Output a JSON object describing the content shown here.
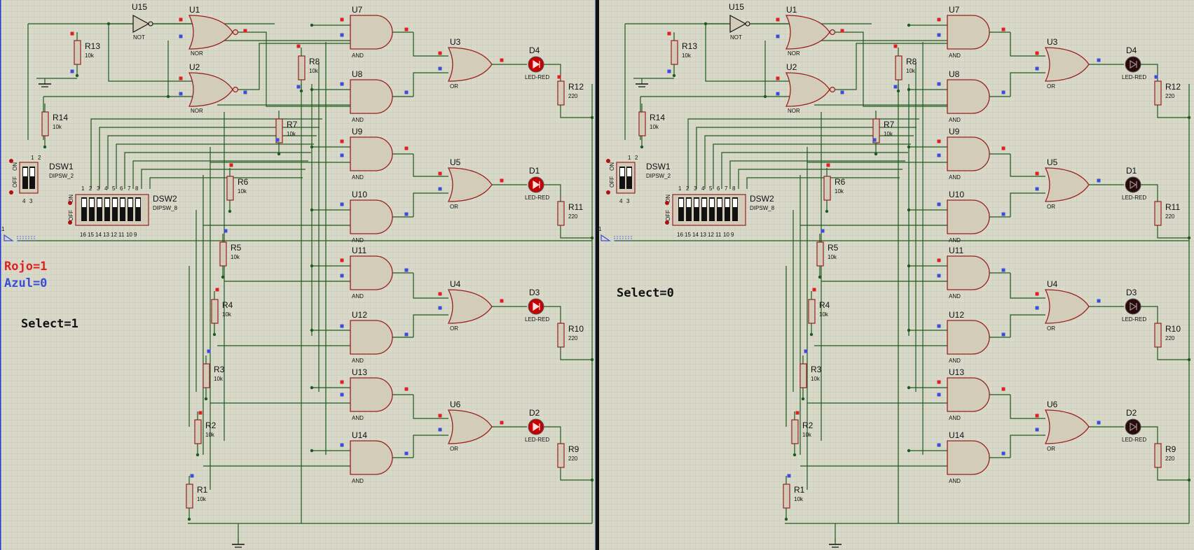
{
  "panels": [
    {
      "id": "left",
      "select_text": "Select=1",
      "legend": [
        {
          "text": "Rojo=1",
          "color": "#e02020"
        },
        {
          "text": "Azul=0",
          "color": "#3a4cd8"
        }
      ],
      "leds_lit": true
    },
    {
      "id": "right",
      "select_text": "Select=0",
      "legend": [],
      "leds_lit": false
    }
  ],
  "components": {
    "not_gates": [
      {
        "ref": "U15",
        "type": "NOT"
      }
    ],
    "nor_gates": [
      {
        "ref": "U1",
        "type": "NOR"
      },
      {
        "ref": "U2",
        "type": "NOR"
      }
    ],
    "and_gates": [
      {
        "ref": "U7",
        "type": "AND"
      },
      {
        "ref": "U8",
        "type": "AND"
      },
      {
        "ref": "U9",
        "type": "AND"
      },
      {
        "ref": "U10",
        "type": "AND"
      },
      {
        "ref": "U11",
        "type": "AND"
      },
      {
        "ref": "U12",
        "type": "AND"
      },
      {
        "ref": "U13",
        "type": "AND"
      },
      {
        "ref": "U14",
        "type": "AND"
      }
    ],
    "or_gates": [
      {
        "ref": "U3",
        "type": "OR"
      },
      {
        "ref": "U5",
        "type": "OR"
      },
      {
        "ref": "U4",
        "type": "OR"
      },
      {
        "ref": "U6",
        "type": "OR"
      }
    ],
    "leds": [
      {
        "ref": "D4",
        "type": "LED-RED"
      },
      {
        "ref": "D1",
        "type": "LED-RED"
      },
      {
        "ref": "D3",
        "type": "LED-RED"
      },
      {
        "ref": "D2",
        "type": "LED-RED"
      }
    ],
    "led_resistors": [
      {
        "ref": "R12",
        "value": "220"
      },
      {
        "ref": "R11",
        "value": "220"
      },
      {
        "ref": "R10",
        "value": "220"
      },
      {
        "ref": "R9",
        "value": "220"
      }
    ],
    "pull_resistors": [
      {
        "ref": "R13",
        "value": "10k"
      },
      {
        "ref": "R14",
        "value": "10k"
      },
      {
        "ref": "R8",
        "value": "10k"
      },
      {
        "ref": "R7",
        "value": "10k"
      },
      {
        "ref": "R6",
        "value": "10k"
      },
      {
        "ref": "R5",
        "value": "10k"
      },
      {
        "ref": "R4",
        "value": "10k"
      },
      {
        "ref": "R3",
        "value": "10k"
      },
      {
        "ref": "R2",
        "value": "10k"
      },
      {
        "ref": "R1",
        "value": "10k"
      }
    ],
    "switches": [
      {
        "ref": "DSW1",
        "type": "DIPSW_2",
        "pins_top": [
          "1",
          "2"
        ],
        "pins_bottom": [
          "4",
          "3"
        ],
        "on_label": "ON",
        "off_label": "OFF"
      },
      {
        "ref": "DSW2",
        "type": "DIPSW_8",
        "pins_top": [
          "1",
          "2",
          "3",
          "4",
          "5",
          "6",
          "7",
          "8"
        ],
        "pins_bottom": [
          "16",
          "15",
          "14",
          "13",
          "12",
          "11",
          "10",
          "9"
        ],
        "on_label": "ON",
        "off_label": "OFF"
      }
    ],
    "terminal_label": "1"
  },
  "colors": {
    "background": "#d9d9c9",
    "grid": "#c6c6b6",
    "wire": "#1d5a1d",
    "gate_fill": "#d3ccb8",
    "gate_stroke": "#9a1e1e",
    "led_on": "#c40000",
    "led_off": "#2a0a0a",
    "pin_high": "#e02020",
    "pin_low": "#3a4cd8",
    "frame": "#1e3ad0"
  }
}
